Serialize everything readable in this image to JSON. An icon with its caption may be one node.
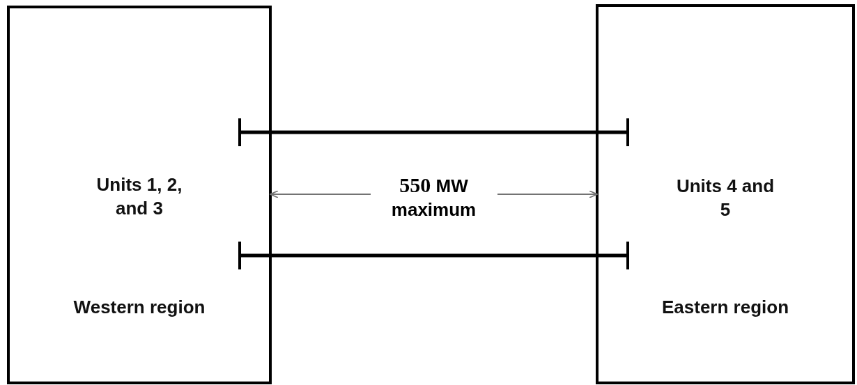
{
  "diagram": {
    "nodes": [
      {
        "text": [
          "Units 1, 2, and 3",
          "Western region"
        ]
      },
      {
        "text": [
          "Units 4 and 5",
          "Eastern region"
        ]
      }
    ],
    "edges": [
      {
        "from": 0,
        "to": 1,
        "arrow": "other"
      },
      {
        "from": 0,
        "to": 1,
        "arrow": "both",
        "label": "**550** MW maximum"
      },
      {
        "from": 0,
        "to": 1,
        "arrow": "other"
      }
    ]
  }
}
